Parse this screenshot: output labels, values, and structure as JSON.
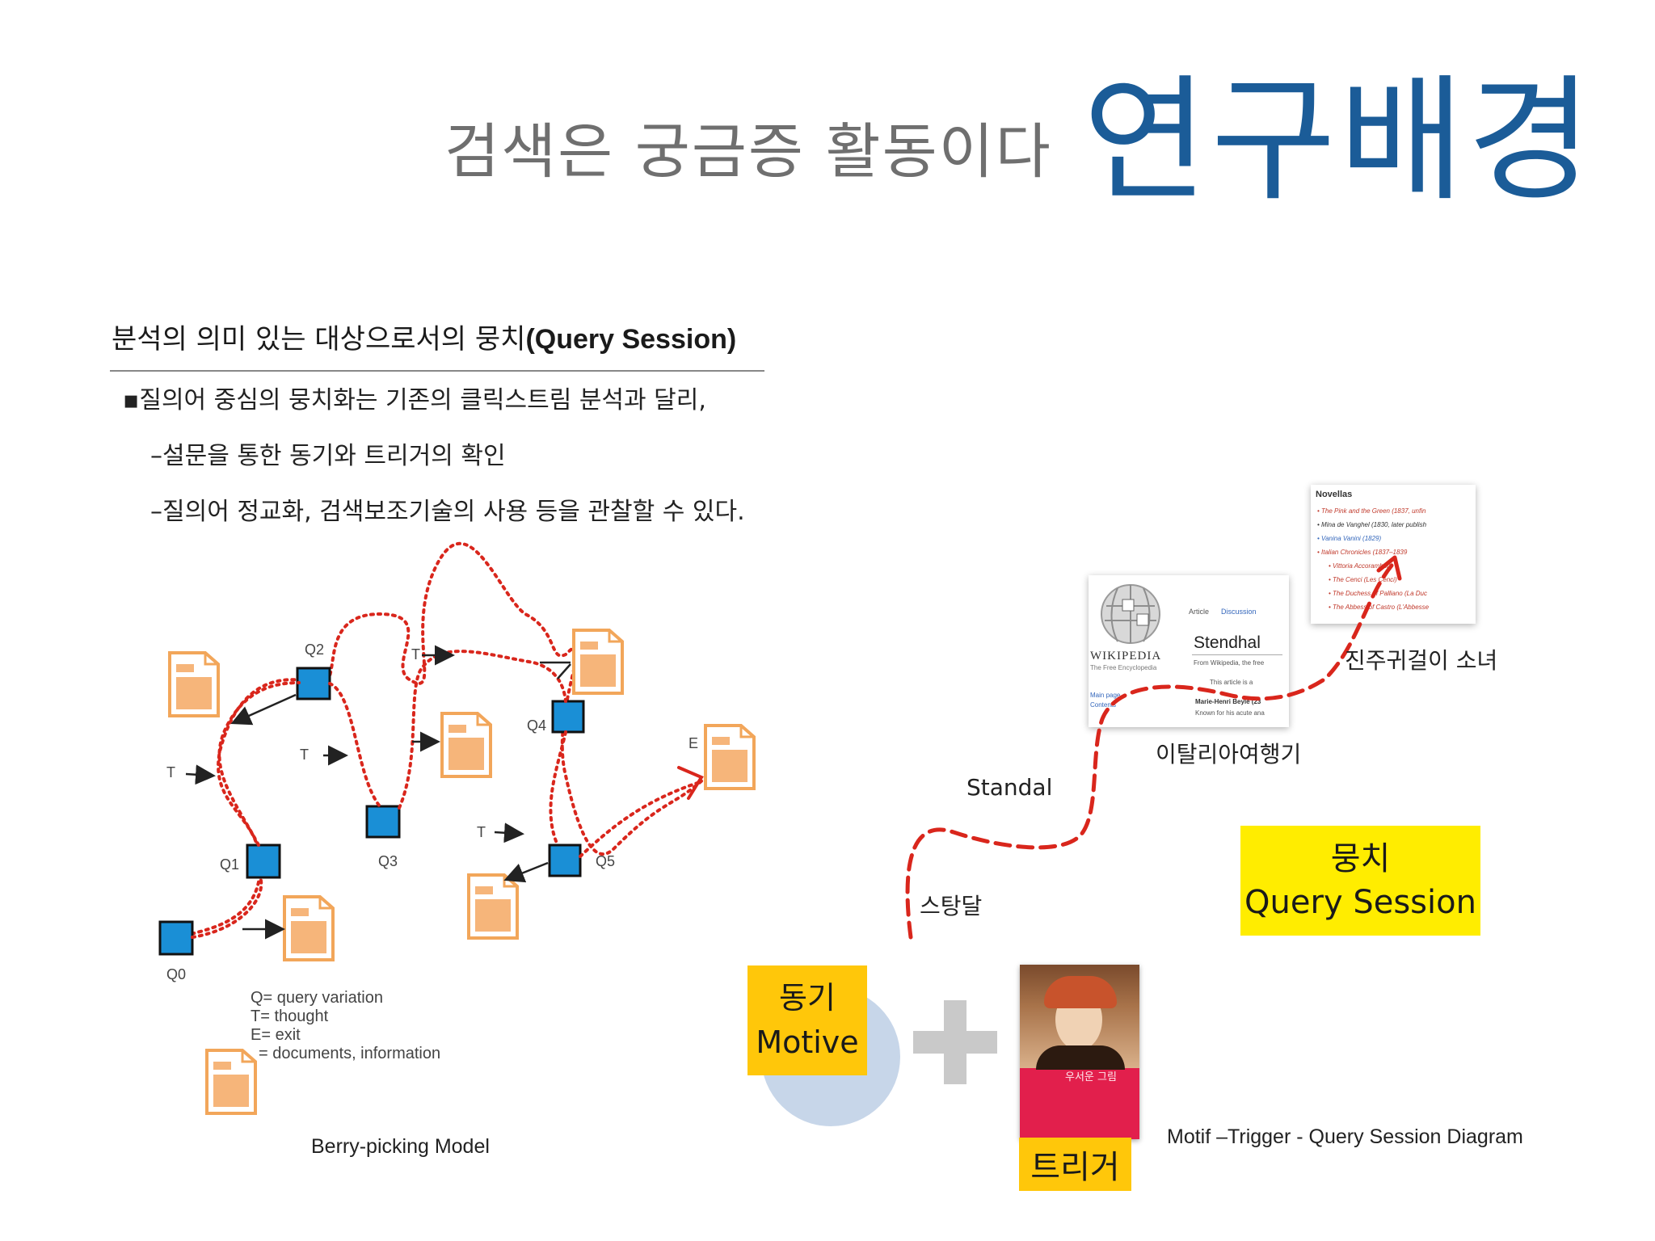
{
  "header": {
    "subtitle": "검색은 궁금증 활동이다",
    "title": "연구배경"
  },
  "left": {
    "heading_korean": "분석의 의미 있는 대상으로서의 뭉치",
    "heading_english": "(Query Session)",
    "bullet_marker": "▪",
    "point_1": "질의어 중심의 뭉치화는 기존의 클릭스트림 분석과 달리,",
    "point_2": "–설문을 통한 동기와 트리거의 확인",
    "point_3": "–질의어 정교화, 검색보조기술의 사용 등을 관찰할 수 있다."
  },
  "berry_model": {
    "queries": [
      "Q0",
      "Q1",
      "Q2",
      "Q3",
      "Q4",
      "Q5"
    ],
    "thought_label": "T",
    "exit_label": "E",
    "legend": [
      "Q= query variation",
      "T= thought",
      "E= exit",
      "= documents, information"
    ],
    "caption": "Berry-picking Model"
  },
  "session_diagram": {
    "wiki_logo_text": "WIKIPEDIA",
    "wiki_tagline": "The Free Encyclopedia",
    "wiki_tabs": [
      "Article",
      "Discussion"
    ],
    "wiki_heading": "Stendhal",
    "wiki_sub": "From Wikipedia, the free",
    "wiki_line": "This article is a",
    "wiki_side": [
      "Main page",
      "Contents"
    ],
    "wiki_name": "Marie-Henri Beyle (23",
    "wiki_known": "Known for his acute ana",
    "novellas_title": "Novellas",
    "novellas_items": [
      "The Pink and the Green (1837, unfin",
      "Mina de Vanghel (1830, later publish",
      "Vanina Vanini (1829)",
      "Italian Chronicles (1837–1839",
      "Vittoria Accoramboni",
      "The Cenci (Les Cenci)",
      "The Duchess of Palliano (La Duc",
      "The Abbess of Castro (L'Abbesse"
    ],
    "label_pearl": "진주귀걸이 소녀",
    "label_italy": "이탈리아여행기",
    "label_standal": "Standal",
    "label_stendhal_kr": "스탕달",
    "cluster_kr": "뭉치",
    "cluster_en": "Query Session",
    "motive_kr": "동기",
    "motive_en": "Motive",
    "trigger_kr": "트리거",
    "book_title": "우서운 그림",
    "caption": "Motif –Trigger - Query Session Diagram"
  },
  "colors": {
    "title_blue": "#1b5c98",
    "yellow": "#ffed00",
    "amber": "#ffc70a",
    "path_red": "#d9261c",
    "query_blue": "#1a8fd6",
    "doc_orange": "#f2a65a"
  },
  "icons": [
    "document-icon",
    "query-square-icon",
    "plus-icon",
    "wikipedia-globe-icon",
    "arrow-icon"
  ]
}
